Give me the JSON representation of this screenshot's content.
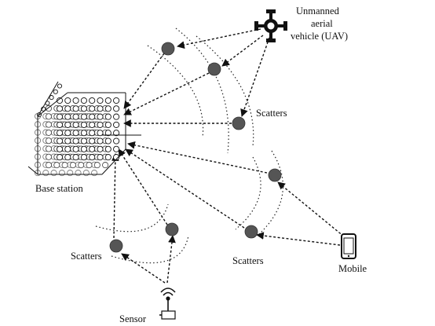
{
  "labels": {
    "uav": [
      "Unmanned",
      "aerial",
      "vehicle (UAV)"
    ],
    "scatters_top": "Scatters",
    "base_station": "Base station",
    "scatters_left": "Scatters",
    "scatters_right": "Scatters",
    "mobile": "Mobile",
    "sensor": "Sensor"
  },
  "icons": {
    "uav": "drone-icon",
    "base_station": "antenna-array-cube-icon",
    "mobile": "smartphone-icon",
    "sensor": "wireless-sensor-icon",
    "scatterer": "scatterer-dot-icon"
  },
  "colors": {
    "scatterer": "#555555",
    "line": "#111111"
  }
}
